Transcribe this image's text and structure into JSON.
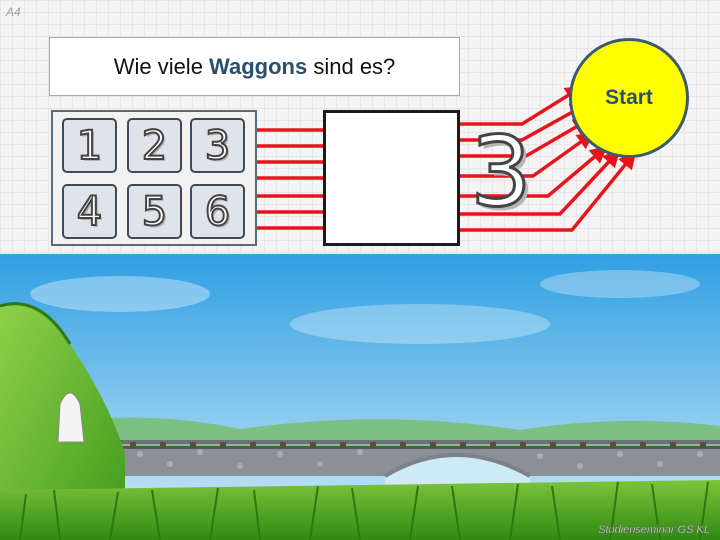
{
  "slide": {
    "label": "A4"
  },
  "question": {
    "prefix": "Wie viele ",
    "highlight": "Waggons",
    "suffix": " sind es?"
  },
  "keypad": {
    "keys": [
      "1",
      "2",
      "3",
      "4",
      "5",
      "6"
    ]
  },
  "answer": {
    "value": ""
  },
  "display": {
    "digit": "3"
  },
  "start": {
    "label": "Start"
  },
  "footer": {
    "text": "Studienseminar GS KL"
  },
  "colors": {
    "arrow": "#e8141b",
    "start_fill": "#ffff00",
    "accent_text": "#2d4f6e",
    "sky_top": "#2f9fe2",
    "sky_bottom": "#cfe9f7",
    "grass": "#4fae1e"
  }
}
